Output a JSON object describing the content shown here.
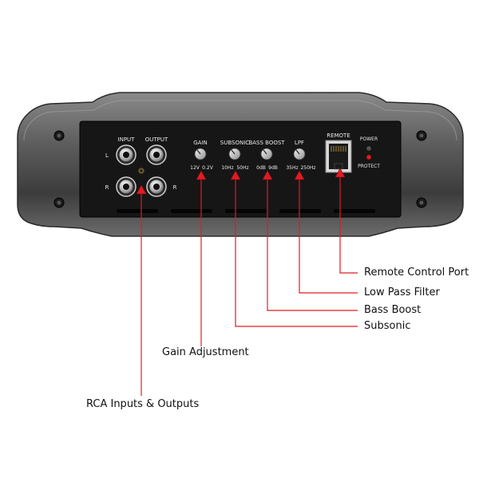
{
  "panel": {
    "input_label": "INPUT",
    "output_label": "OUTPUT",
    "left_channel": "L",
    "right_channel": "R",
    "gain": {
      "label": "GAIN",
      "min": "12V",
      "max": "0.2V"
    },
    "subsonic": {
      "label": "SUBSONIC",
      "min": "10Hz",
      "max": "50Hz"
    },
    "bass_boost": {
      "label": "BASS BOOST",
      "min": "0dB",
      "max": "9dB"
    },
    "lpf": {
      "label": "LPF",
      "min": "35Hz",
      "max": "250Hz"
    },
    "remote_label": "REMOTE",
    "power_label": "POWER",
    "protect_label": "PROTECT"
  },
  "callouts": {
    "remote": "Remote Control Port",
    "lpf": "Low Pass Filter",
    "bass": "Bass Boost",
    "subsonic": "Subsonic",
    "gain": "Gain Adjustment",
    "rca": "RCA Inputs & Outputs"
  },
  "colors": {
    "callout_line": "#e21b23",
    "panel_face": "#161616",
    "chassis": "#6a6a6a",
    "protect_led": "#e21b23"
  }
}
